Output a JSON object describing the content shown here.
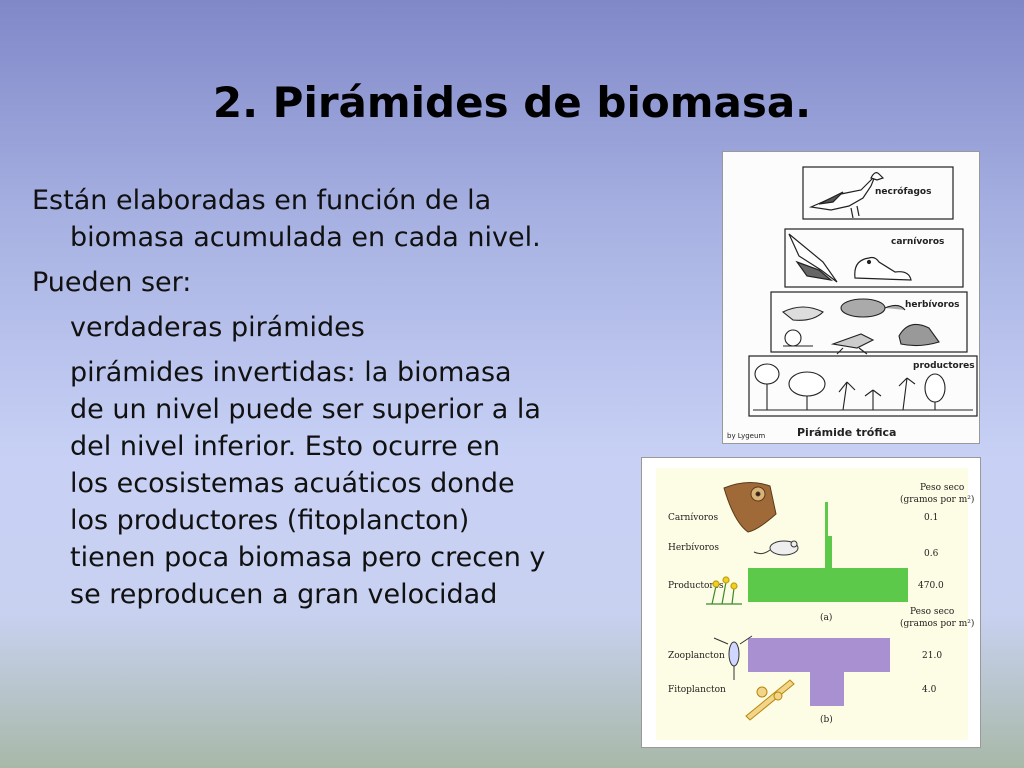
{
  "slide": {
    "title": "2. Pirámides de biomasa.",
    "bullets": {
      "b1_line1": "Están elaboradas en función de la",
      "b1_line2": "biomasa acumulada en cada nivel.",
      "b2": "Pueden ser:",
      "sub1": "verdaderas pirámides",
      "sub2_lines": [
        "pirámides invertidas: la biomasa",
        "de un nivel puede ser superior a la",
        "del nivel inferior. Esto ocurre en",
        "los ecosistemas acuáticos donde",
        "los productores (fitoplancton)",
        "tienen poca biomasa pero crecen y",
        "se reproducen a gran velocidad"
      ]
    }
  },
  "figure_trophic": {
    "levels": [
      "necrófagos",
      "carnívoros",
      "herbívoros",
      "productores"
    ],
    "caption": "Pirámide trófica",
    "credit": "by Lygeum"
  },
  "figure_biomass": {
    "header": "Peso seco",
    "header_unit": "(gramos por m²)",
    "panel_a": {
      "label": "(a)",
      "rows": [
        {
          "name": "Carnívoros",
          "value": "0.1"
        },
        {
          "name": "Herbívoros",
          "value": "0.6"
        },
        {
          "name": "Productores",
          "value": "470.0"
        }
      ],
      "color": "#5cc94a"
    },
    "panel_b": {
      "label": "(b)",
      "rows": [
        {
          "name": "Zooplancton",
          "value": "21.0"
        },
        {
          "name": "Fitoplancton",
          "value": "4.0"
        }
      ],
      "color": "#a990d0"
    }
  }
}
